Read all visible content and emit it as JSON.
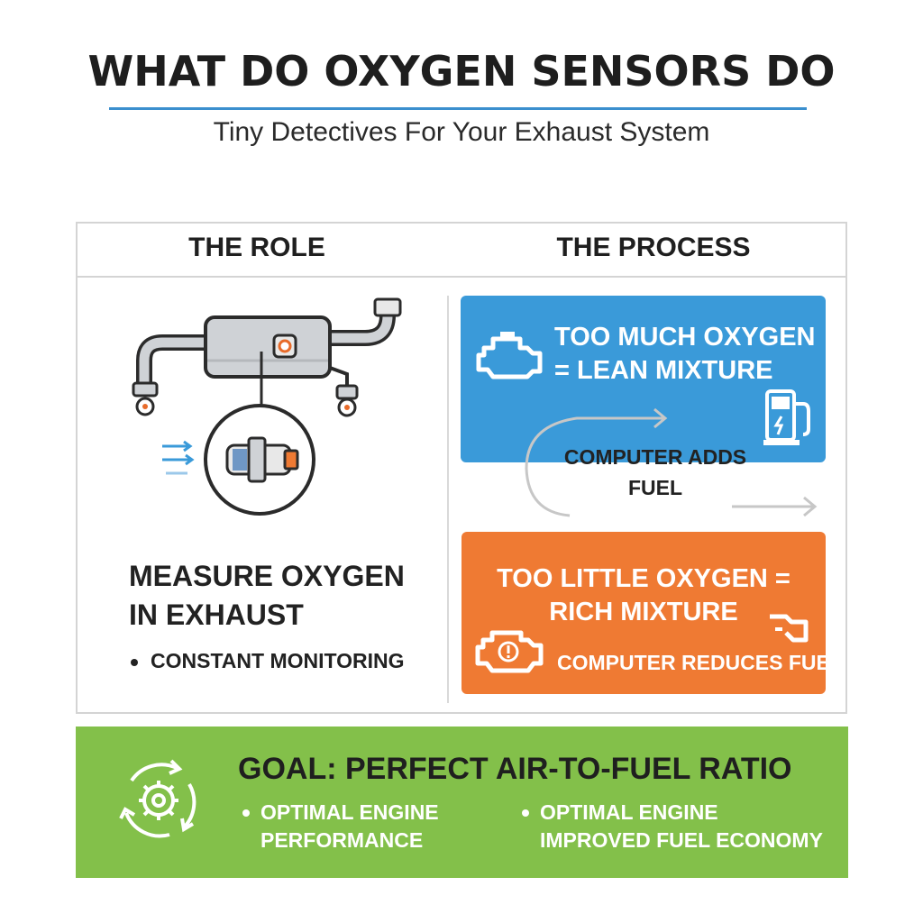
{
  "header": {
    "title": "WHAT DO OXYGEN SENSORS DO",
    "subtitle": "Tiny Detectives For Your Exhaust System",
    "accent_color": "#3b8fce"
  },
  "columns": {
    "role_heading": "THE ROLE",
    "process_heading": "THE PROCESS"
  },
  "role": {
    "illustration": "exhaust-pipe-with-oxygen-sensor-icon",
    "heading": "MEASURE OXYGEN IN EXHAUST",
    "bullet": "CONSTANT MONITORING"
  },
  "process": {
    "lean": {
      "title": "TOO MUCH OXYGEN = LEAN MIXTURE",
      "icon": "engine-icon",
      "side_icon": "fuel-pump-icon",
      "color": "#3a9ad9"
    },
    "mid_action": "COMPUTER ADDS FUEL",
    "rich": {
      "title": "TOO LITTLE OXYGEN = RICH MIXTURE",
      "action": "COMPUTER REDUCES FUEL",
      "icon": "engine-warning-icon",
      "side_icon": "fuel-nozzle-icon",
      "color": "#ef7a33"
    }
  },
  "goal": {
    "title": "GOAL: PERFECT AIR-TO-FUEL RATIO",
    "icon": "gear-cycle-icon",
    "items": [
      "OPTIMAL ENGINE PERFORMANCE",
      "OPTIMAL ENGINE IMPROVED FUEL ECONOMY"
    ],
    "color": "#83c04a"
  }
}
